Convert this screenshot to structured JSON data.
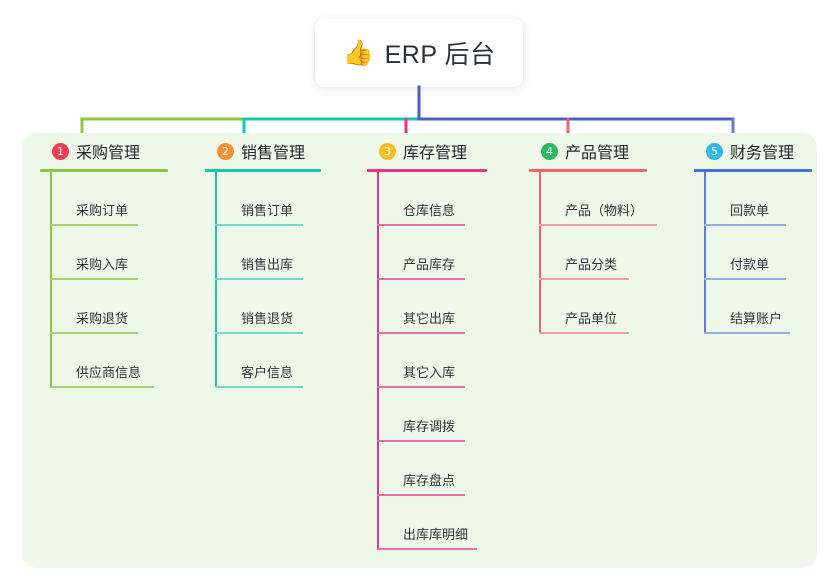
{
  "root": {
    "icon": "thumbs-up-icon",
    "emoji": "👍",
    "title": "ERP 后台"
  },
  "palette": {
    "panel_background": "#eef8e9",
    "page_background": "#ffffff",
    "root_card_background": "#ffffff",
    "root_stem": "#4a5fc1",
    "text_primary": "#23272e",
    "text_leaf": "#2f343b"
  },
  "columns": [
    {
      "index": "1",
      "badge_number": "1",
      "badge_color": "#ef3e52",
      "line_color": "#8cc63f",
      "rule_color": "#8cc63f",
      "leaf_rule_color": "#a5d16a",
      "title": "采购管理",
      "head_rule_width": 128,
      "items": [
        {
          "label": "采购订单",
          "rule_width": 88
        },
        {
          "label": "采购入库",
          "rule_width": 88
        },
        {
          "label": "采购退货",
          "rule_width": 88
        },
        {
          "label": "供应商信息",
          "rule_width": 104
        }
      ]
    },
    {
      "index": "2",
      "badge_number": "2",
      "badge_color": "#f59133",
      "line_color": "#17c6ae",
      "rule_color": "#17c6ae",
      "leaf_rule_color": "#72d9cb",
      "title": "销售管理",
      "head_rule_width": 116,
      "items": [
        {
          "label": "销售订单",
          "rule_width": 88
        },
        {
          "label": "销售出库",
          "rule_width": 88
        },
        {
          "label": "销售退货",
          "rule_width": 88
        },
        {
          "label": "客户信息",
          "rule_width": 88
        }
      ]
    },
    {
      "index": "3",
      "badge_number": "3",
      "badge_color": "#f4c020",
      "line_color": "#e8338c",
      "rule_color": "#e8338c",
      "leaf_rule_color": "#ee6aa9",
      "title": "库存管理",
      "head_rule_width": 120,
      "items": [
        {
          "label": "仓库信息",
          "rule_width": 88
        },
        {
          "label": "产品库存",
          "rule_width": 88
        },
        {
          "label": "其它出库",
          "rule_width": 88
        },
        {
          "label": "其它入库",
          "rule_width": 88
        },
        {
          "label": "库存调拨",
          "rule_width": 88
        },
        {
          "label": "库存盘点",
          "rule_width": 88
        },
        {
          "label": "出库库明细",
          "rule_width": 100
        }
      ]
    },
    {
      "index": "4",
      "badge_number": "4",
      "badge_color": "#27bb5e",
      "line_color": "#f1626d",
      "rule_color": "#f1626d",
      "leaf_rule_color": "#f59ba2",
      "title": "产品管理",
      "head_rule_width": 118,
      "items": [
        {
          "label": "产品（物料）",
          "rule_width": 118
        },
        {
          "label": "产品分类",
          "rule_width": 90
        },
        {
          "label": "产品单位",
          "rule_width": 90
        }
      ]
    },
    {
      "index": "5",
      "badge_number": "5",
      "badge_color": "#32b6e8",
      "line_color": "#5a7fd4",
      "rule_color": "#4a6fd4",
      "leaf_rule_color": "#94aee6",
      "title": "财务管理",
      "head_rule_width": 118,
      "items": [
        {
          "label": "回款单",
          "rule_width": 82
        },
        {
          "label": "付款单",
          "rule_width": 82
        },
        {
          "label": "结算账户",
          "rule_width": 86
        }
      ]
    }
  ]
}
